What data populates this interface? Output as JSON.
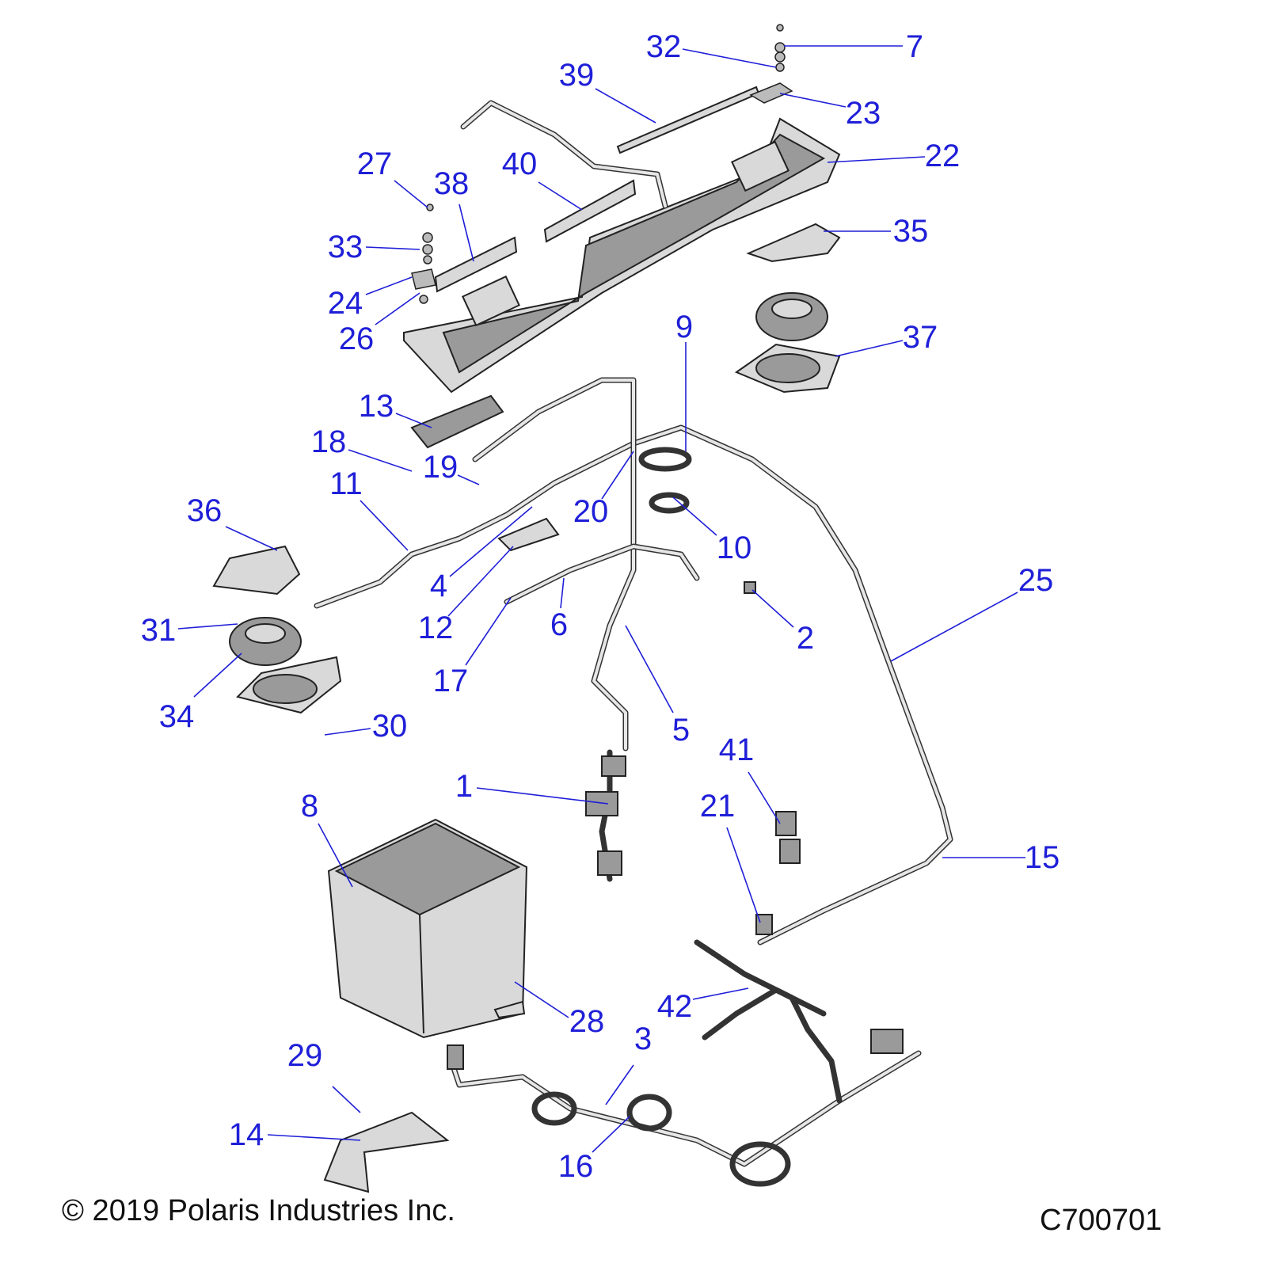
{
  "diagram": {
    "callouts": [
      "32",
      "7",
      "39",
      "23",
      "22",
      "27",
      "38",
      "40",
      "33",
      "35",
      "24",
      "26",
      "9",
      "37",
      "13",
      "18",
      "19",
      "11",
      "20",
      "36",
      "10",
      "4",
      "12",
      "6",
      "25",
      "2",
      "31",
      "17",
      "34",
      "5",
      "30",
      "41",
      "1",
      "21",
      "8",
      "15",
      "28",
      "42",
      "3",
      "29",
      "14",
      "16"
    ],
    "callout_color": "#1f1fd8"
  },
  "footer": {
    "copyright": "© 2019 Polaris Industries Inc.",
    "diagram_id": "C700701"
  }
}
